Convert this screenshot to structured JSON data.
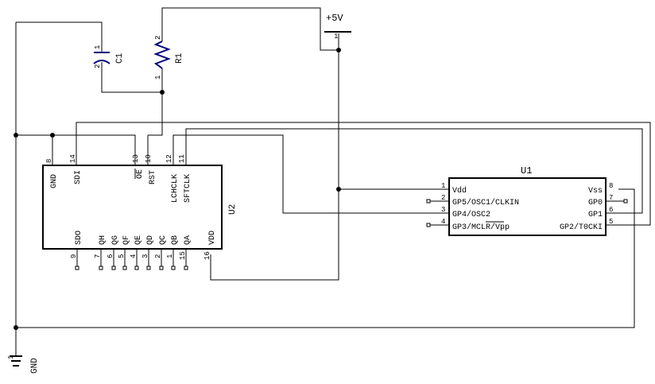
{
  "power": {
    "supply_label": "+5V",
    "supply_pin": "1",
    "ground_label": "GND",
    "ground_pin": "1"
  },
  "c1": {
    "ref": "C1",
    "pin1": "1",
    "pin2": "2"
  },
  "r1": {
    "ref": "R1",
    "pin1": "1",
    "pin2": "2"
  },
  "u2": {
    "ref": "U2",
    "top_pins": [
      {
        "num": "8",
        "label": "GND"
      },
      {
        "num": "14",
        "label": "SDI"
      },
      {
        "num": "13",
        "label": "OE"
      },
      {
        "num": "10",
        "label": "RST"
      },
      {
        "num": "12",
        "label": "LCHCLK"
      },
      {
        "num": "11",
        "label": "SFTCLK"
      }
    ],
    "bottom_pins": [
      {
        "num": "9",
        "label": "SDO"
      },
      {
        "num": "7",
        "label": "QH"
      },
      {
        "num": "6",
        "label": "QG"
      },
      {
        "num": "5",
        "label": "QF"
      },
      {
        "num": "4",
        "label": "QE"
      },
      {
        "num": "3",
        "label": "QD"
      },
      {
        "num": "2",
        "label": "QC"
      },
      {
        "num": "1",
        "label": "QB"
      },
      {
        "num": "15",
        "label": "QA"
      },
      {
        "num": "16",
        "label": "VDD"
      }
    ]
  },
  "u1": {
    "ref": "U1",
    "left_pins": [
      {
        "num": "1",
        "label": "Vdd"
      },
      {
        "num": "2",
        "label": "GP5/OSC1/CLKIN"
      },
      {
        "num": "3",
        "label": "GP4/OSC2"
      },
      {
        "num": "4",
        "label": "GP3/MCLR/Vpp"
      }
    ],
    "right_pins": [
      {
        "num": "8",
        "label": "Vss"
      },
      {
        "num": "7",
        "label": "GP0"
      },
      {
        "num": "6",
        "label": "GP1"
      },
      {
        "num": "5",
        "label": "GP2/T0CKI"
      }
    ]
  }
}
